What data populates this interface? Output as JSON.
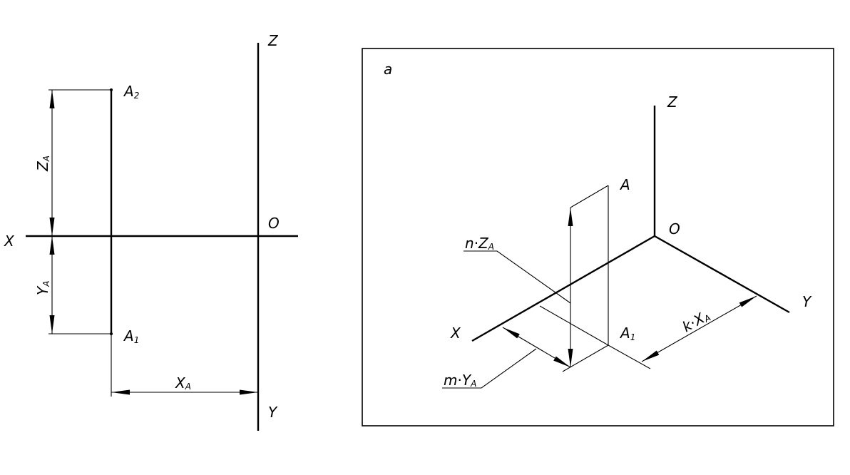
{
  "left_diagram": {
    "axis_x": "X",
    "axis_z": "Z",
    "axis_y": "Y",
    "origin": "O",
    "point_a2": {
      "base": "A",
      "sub": "2"
    },
    "point_a1": {
      "base": "A",
      "sub": "1"
    },
    "dim_z": {
      "base": "Z",
      "sub": "A"
    },
    "dim_y": {
      "base": "Y",
      "sub": "A"
    },
    "dim_x": {
      "base": "X",
      "sub": "A"
    }
  },
  "right_diagram": {
    "frame_label": "a",
    "axis_z": "Z",
    "axis_x": "X",
    "axis_y": "Y",
    "origin": "O",
    "point_a": "A",
    "point_a1": {
      "base": "A",
      "sub": "1"
    },
    "leader_z": {
      "coef": "n",
      "base": "Z",
      "sub": "A"
    },
    "leader_y": {
      "coef": "m",
      "base": "Y",
      "sub": "A"
    },
    "dim_kx": {
      "coef": "k",
      "base": "X",
      "sub": "A"
    }
  }
}
